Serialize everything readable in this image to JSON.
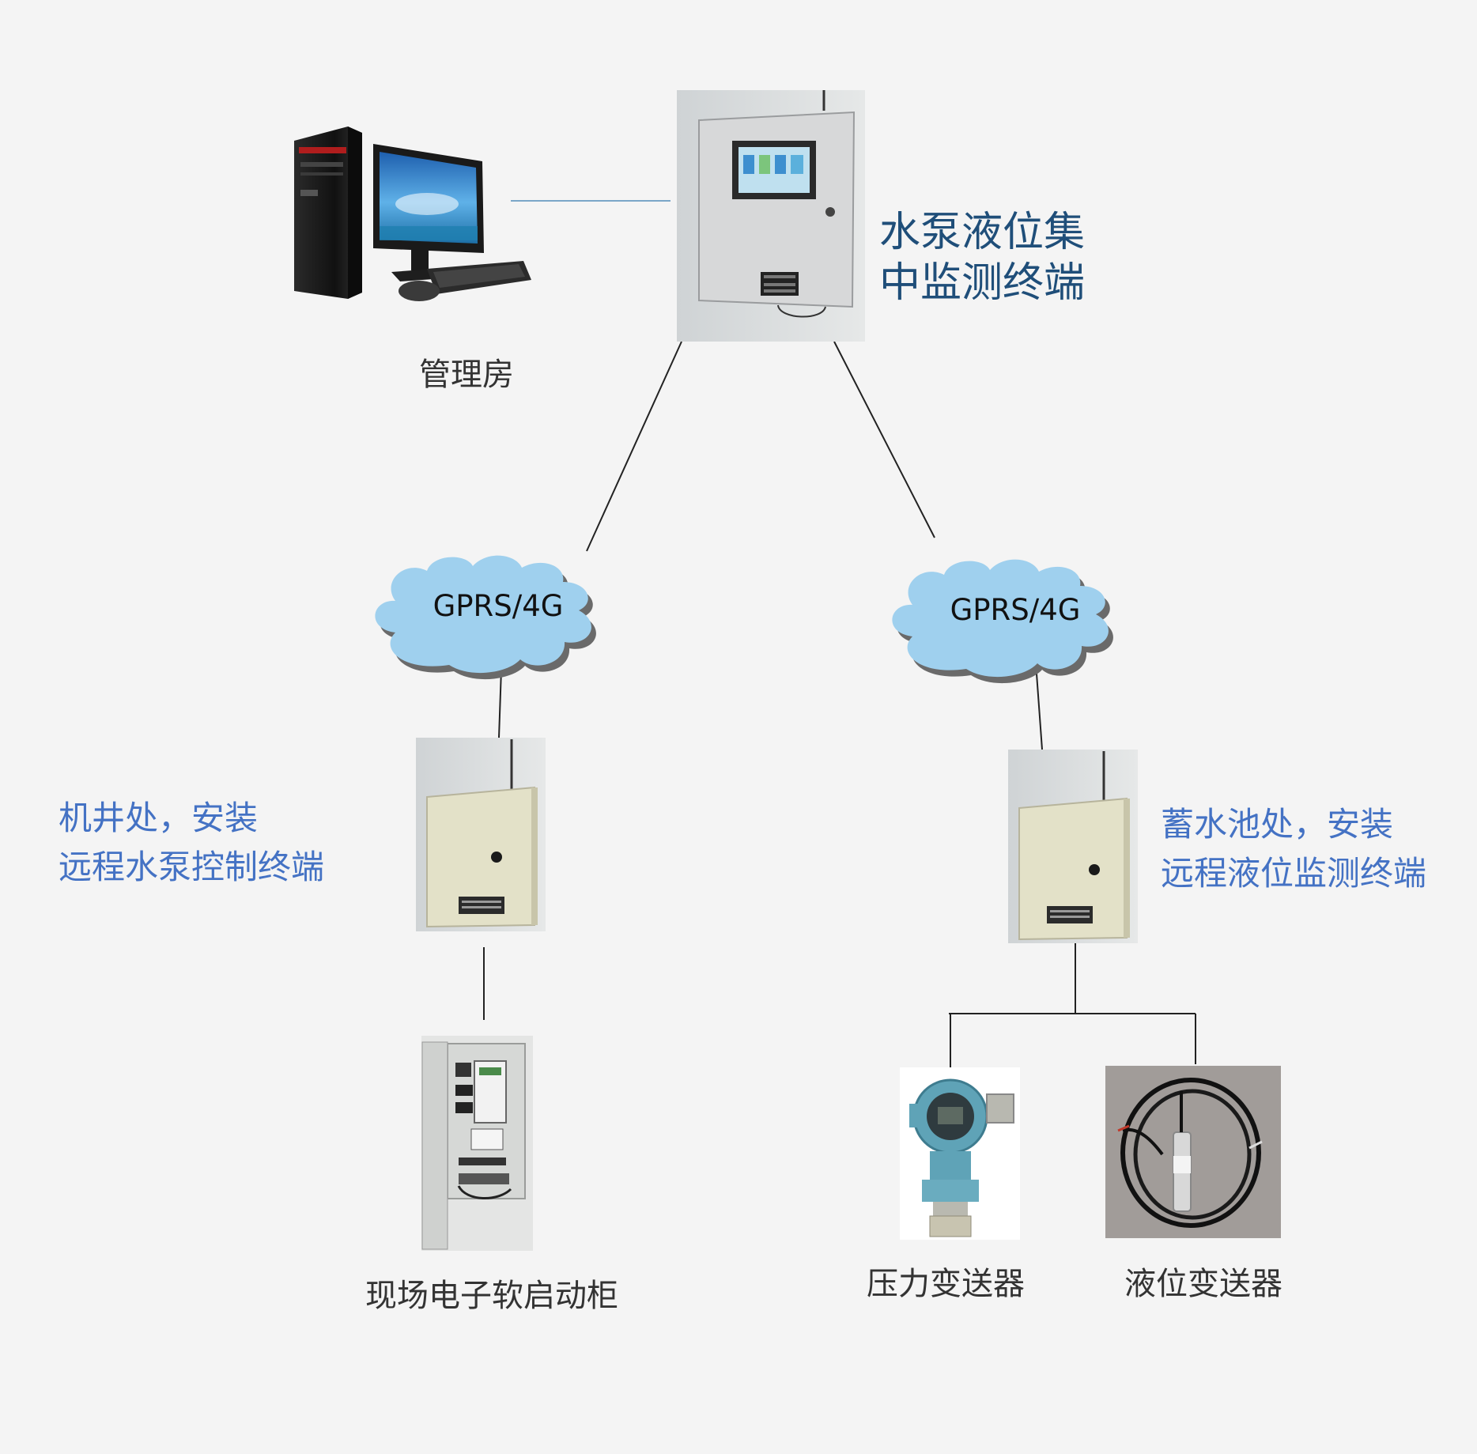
{
  "computer": {
    "label": "管理房"
  },
  "central_terminal": {
    "line1": "水泵液位集",
    "line2": "中监测终端"
  },
  "left_cloud": {
    "label": "GPRS/4G"
  },
  "right_cloud": {
    "label": "GPRS/4G"
  },
  "pump_terminal": {
    "line1": "机井处，安装",
    "line2": "远程水泵控制终端"
  },
  "level_terminal": {
    "line1": "蓄水池处，安装",
    "line2": "远程液位监测终端"
  },
  "soft_start_cabinet": {
    "label": "现场电子软启动柜"
  },
  "pressure_transmitter": {
    "label": "压力变送器"
  },
  "level_transmitter": {
    "label": "液位变送器"
  },
  "colors": {
    "label_blue": "#4472c4",
    "label_navy": "#1f4e79",
    "cloud_fill": "#9fd0ee",
    "cabinet_beige": "#e3e1c8"
  }
}
